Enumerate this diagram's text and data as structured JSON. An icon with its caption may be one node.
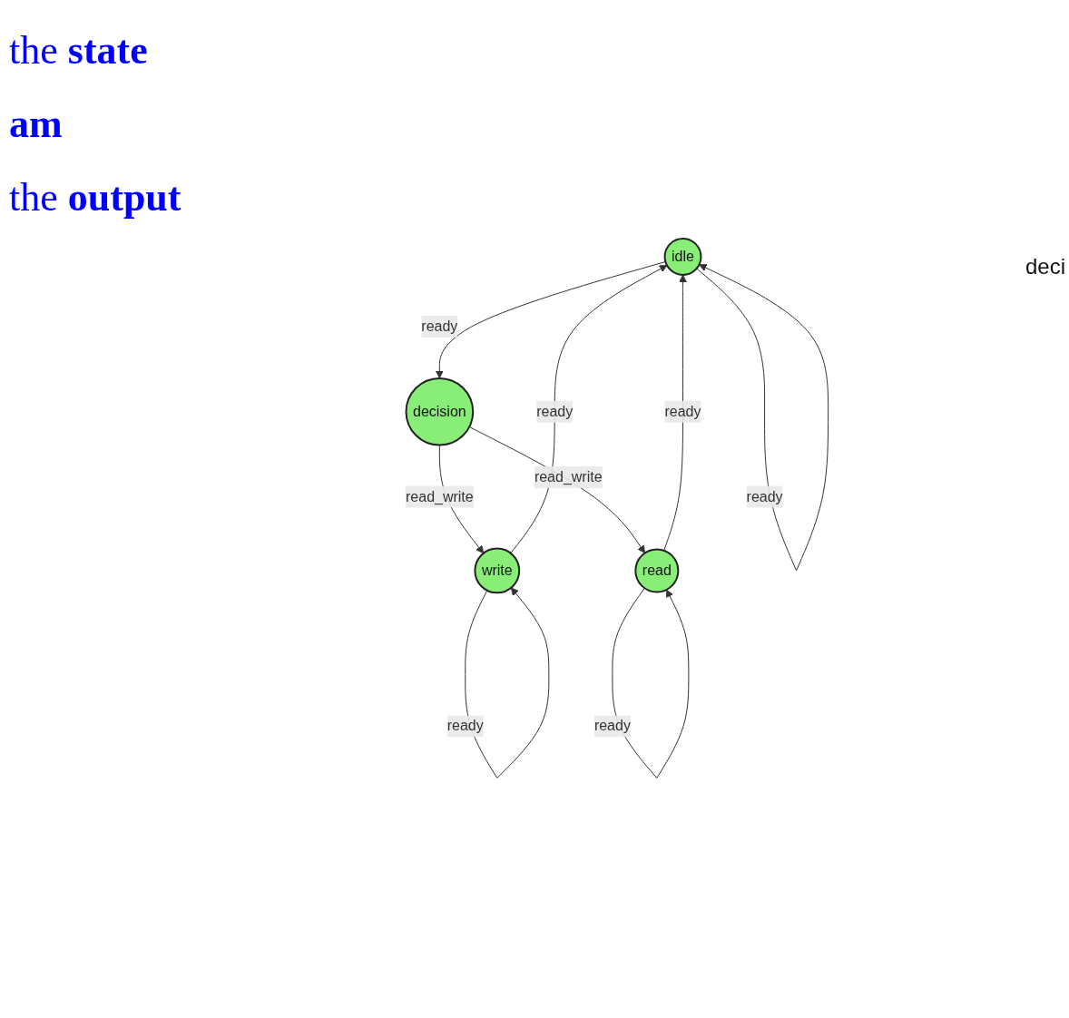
{
  "diagram": {
    "nodes": [
      {
        "text": [
          "idle"
        ]
      },
      {
        "text": [
          "decision"
        ]
      },
      {
        "text": [
          "write"
        ]
      },
      {
        "text": [
          "read"
        ]
      }
    ],
    "edges": [
      {
        "from": 0,
        "to": 0,
        "arrow": "to",
        "label": "ready"
      },
      {
        "from": 0,
        "to": 1,
        "arrow": "to",
        "label": "ready"
      },
      {
        "from": 1,
        "to": 2,
        "arrow": "to",
        "label": "read_write"
      },
      {
        "from": 1,
        "to": 3,
        "arrow": "to",
        "label": "read_write"
      },
      {
        "from": 2,
        "to": 2,
        "arrow": "to",
        "label": "ready"
      },
      {
        "from": 3,
        "to": 3,
        "arrow": "to",
        "label": "ready"
      },
      {
        "from": 2,
        "to": 0,
        "arrow": "to",
        "label": "ready"
      },
      {
        "from": 3,
        "to": 0,
        "arrow": "to",
        "label": "ready"
      }
    ],
    "labels": [
      "the **state**",
      "**am**",
      "the **output**",
      "deci"
    ]
  }
}
